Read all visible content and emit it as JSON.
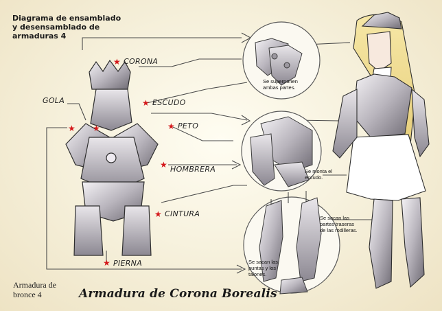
{
  "title_lines": [
    "Diagrama de ensamblado",
    "y desensamblado de",
    "armaduras 4"
  ],
  "labels": {
    "corona": "CORONA",
    "gola": "GOLA",
    "escudo": "ESCUDO",
    "peto": "PETO",
    "hombrera": "HOMBRERA",
    "cintura": "CINTURA",
    "pierna": "PIERNA"
  },
  "notes": {
    "corona_note": [
      "Se superponen",
      "ambas partes."
    ],
    "escudo_note": [
      "Se monta el",
      "escudo."
    ],
    "rodilleras_note": [
      "Se sacan las",
      "partes traseras",
      "de las rodilleras."
    ],
    "talones_note": [
      "Se sacan las",
      "puntas y los",
      "talones."
    ]
  },
  "footer": {
    "volume_lines": [
      "Armadura de",
      "bronce 4"
    ],
    "armor_name": "Armadura de Corona Borealis"
  },
  "colors": {
    "star": "#d4171a",
    "line": "#4a4a4a",
    "armor": "#d6d3d8"
  },
  "icons": {
    "marker": "red-star-icon"
  }
}
